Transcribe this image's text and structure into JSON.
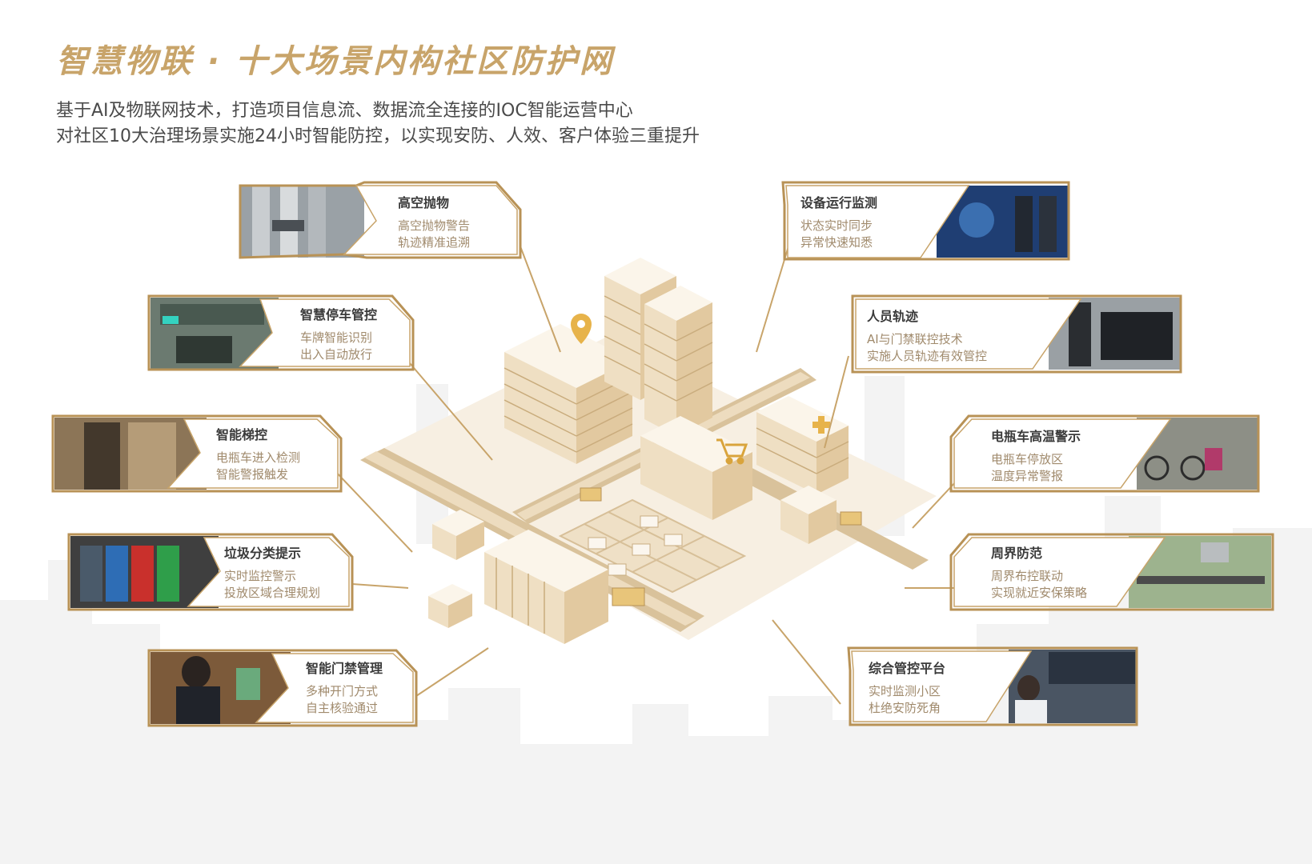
{
  "title": "智慧物联 · 十大场景内构社区防护网",
  "subtitle": {
    "line1": "基于AI及物联网技术，打造项目信息流、数据流全连接的IOC智能运营中心",
    "line2": "对社区10大治理场景实施24小时智能防控，以实现安防、人效、客户体验三重提升"
  },
  "colors": {
    "accent": "#c8a46a",
    "frame": "#b89256",
    "building": "#f0e3cc",
    "road": "#e3d2b2"
  },
  "scenes": [
    {
      "id": "high-altitude",
      "title": "高空抛物",
      "lines": [
        "高空抛物警告",
        "轨迹精准追溯"
      ],
      "icon": "camera-building-photo"
    },
    {
      "id": "parking",
      "title": "智慧停车管控",
      "lines": [
        "车牌智能识别",
        "出入自动放行"
      ],
      "icon": "parking-gate-photo"
    },
    {
      "id": "elevator",
      "title": "智能梯控",
      "lines": [
        "电瓶车进入检测",
        "智能警报触发"
      ],
      "icon": "elevator-photo"
    },
    {
      "id": "garbage",
      "title": "垃圾分类提示",
      "lines": [
        "实时监控警示",
        "投放区域合理规划"
      ],
      "icon": "garbage-bins-photo"
    },
    {
      "id": "access",
      "title": "智能门禁管理",
      "lines": [
        "多种开门方式",
        "自主核验通过"
      ],
      "icon": "face-access-photo"
    },
    {
      "id": "equipment",
      "title": "设备运行监测",
      "lines": [
        "状态实时同步",
        "异常快速知悉"
      ],
      "icon": "map-screen-photo"
    },
    {
      "id": "person",
      "title": "人员轨迹",
      "lines": [
        "AI与门禁联控技术",
        "实施人员轨迹有效管控"
      ],
      "icon": "face-terminal-photo"
    },
    {
      "id": "ebike",
      "title": "电瓶车高温警示",
      "lines": [
        "电瓶车停放区",
        "温度异常警报"
      ],
      "icon": "ebike-parking-photo"
    },
    {
      "id": "perimeter",
      "title": "周界防范",
      "lines": [
        "周界布控联动",
        "实现就近安保策略"
      ],
      "icon": "perimeter-camera-photo"
    },
    {
      "id": "platform",
      "title": "综合管控平台",
      "lines": [
        "实时监测小区",
        "杜绝安防死角"
      ],
      "icon": "control-room-photo"
    }
  ]
}
